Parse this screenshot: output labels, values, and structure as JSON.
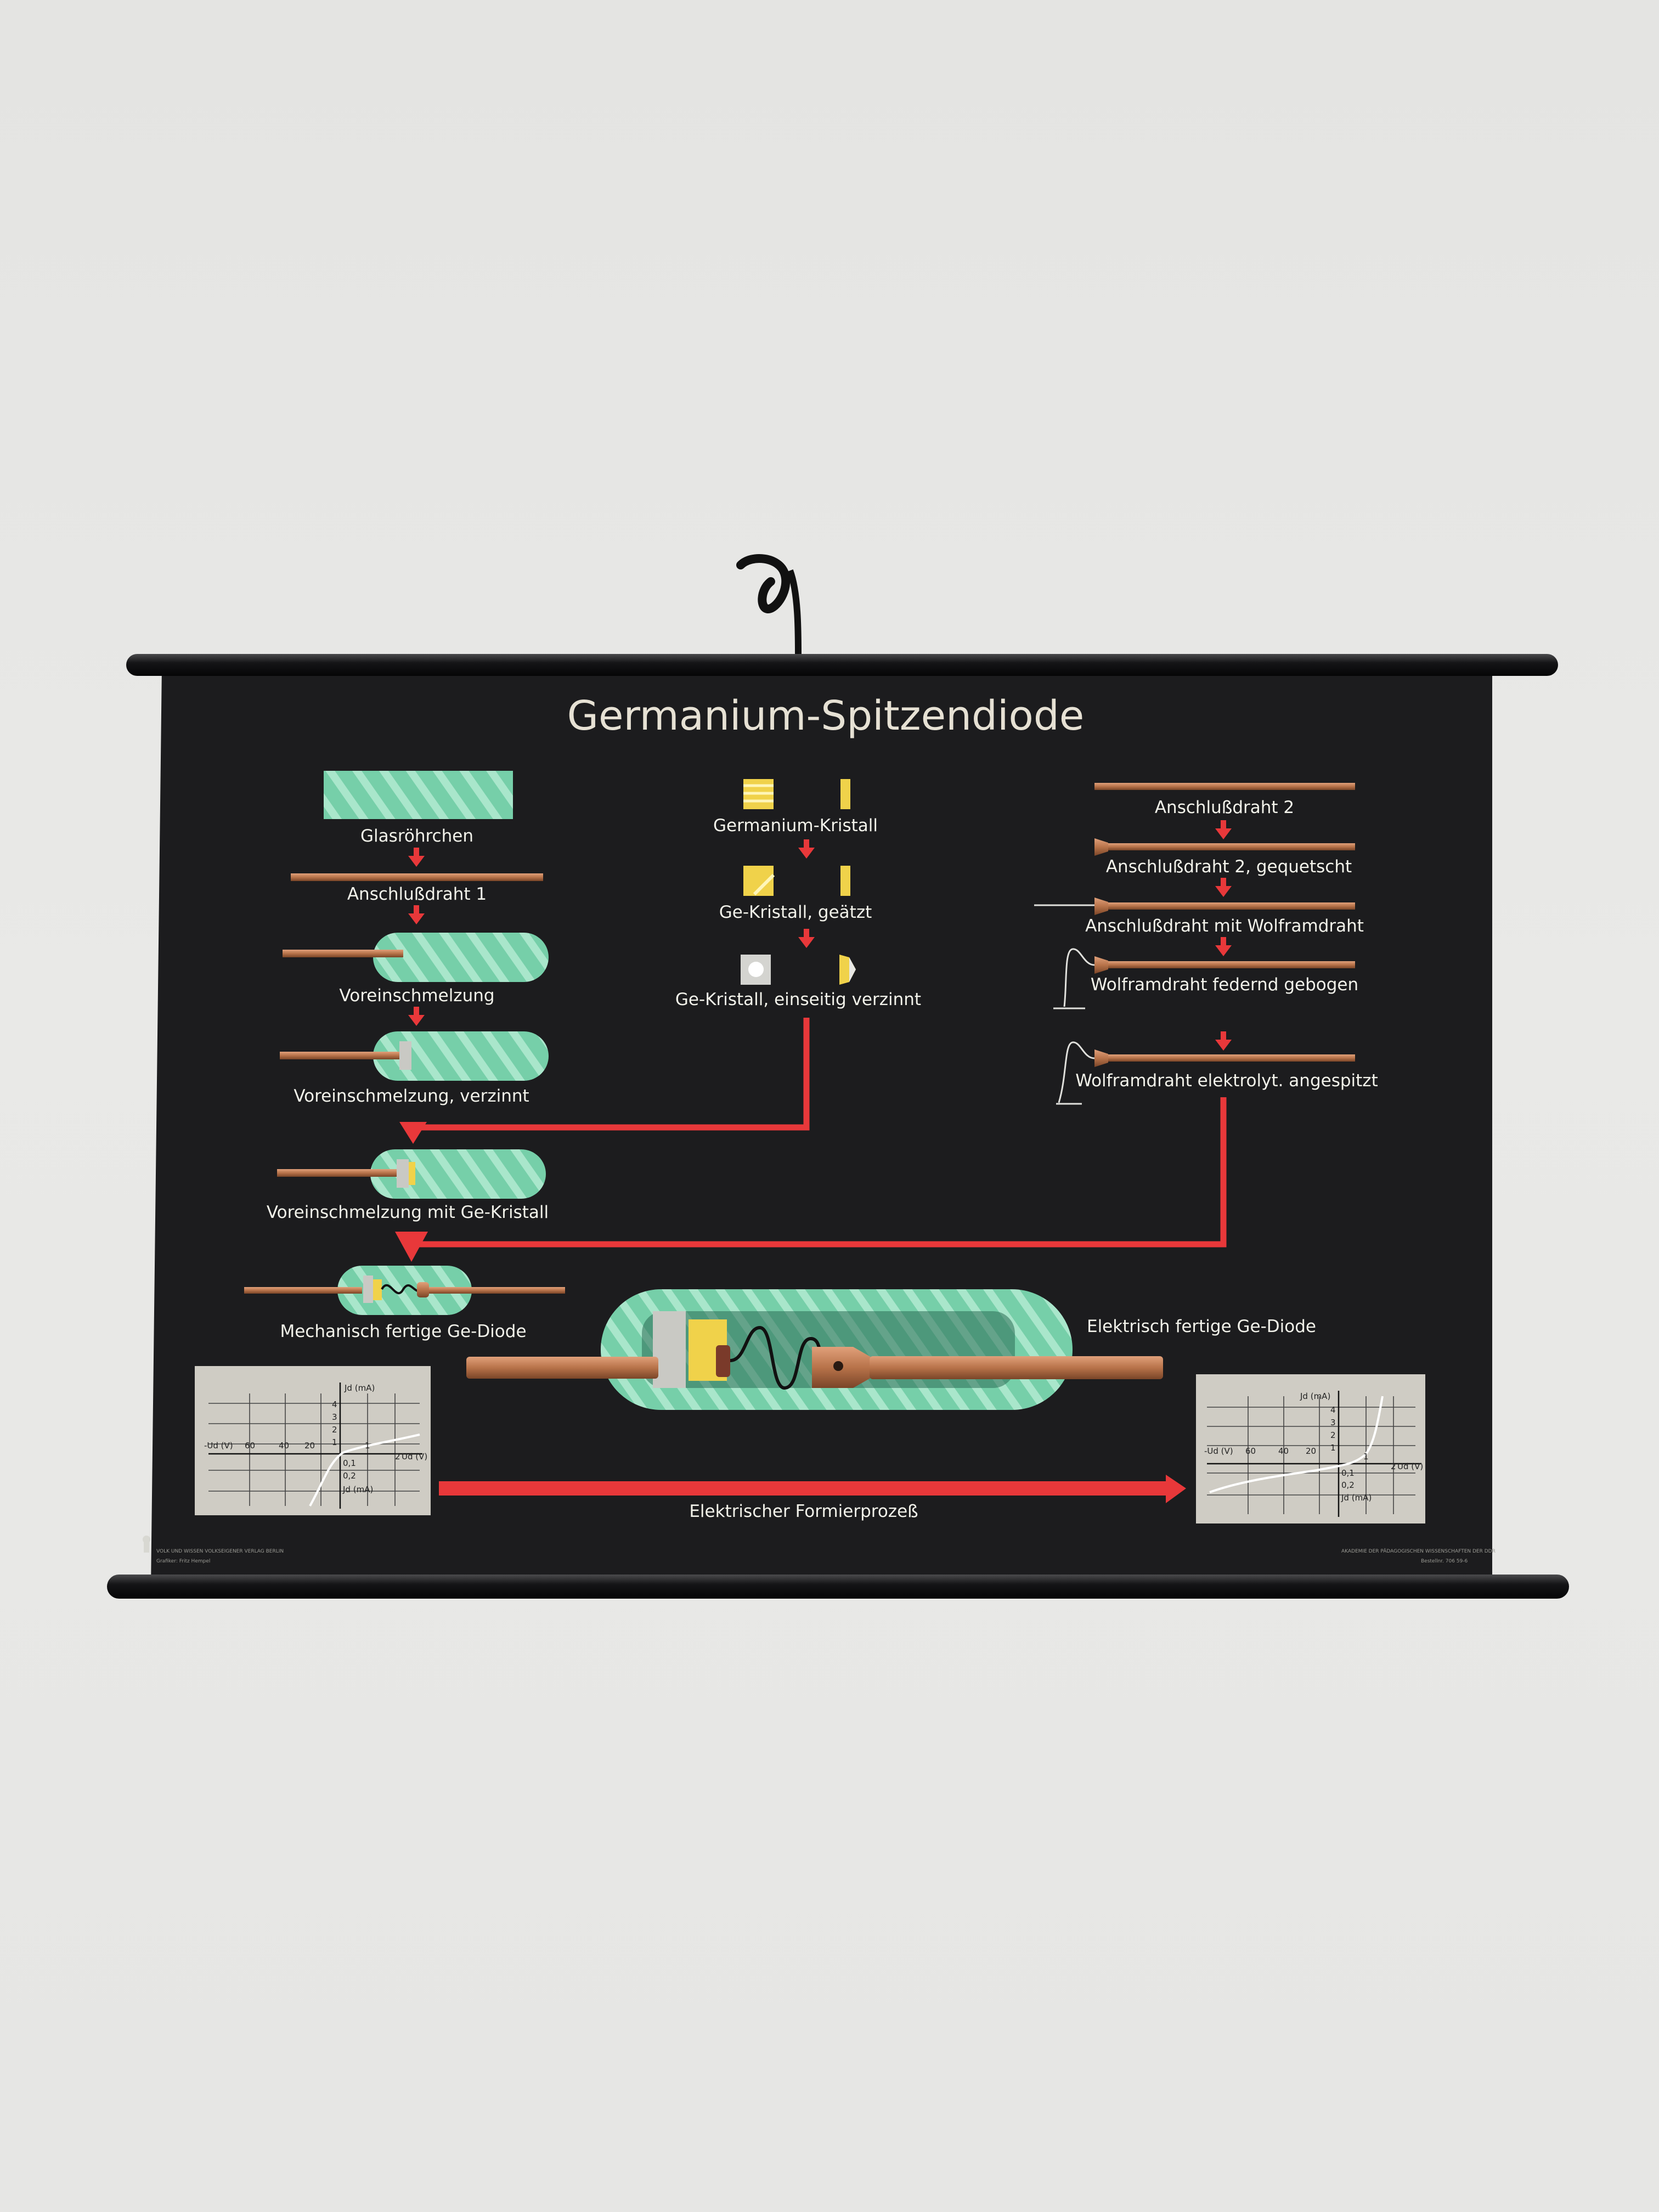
{
  "poster": {
    "title": "Germanium-Spitzendiode",
    "background": "#1c1c1e",
    "arrow_color": "#e8383a",
    "glass_color": "#7fd4b0",
    "copper_color": "#b8734a",
    "crystal_color": "#f0d24a"
  },
  "left_column": {
    "step1": "Glasröhrchen",
    "step2": "Anschlußdraht 1",
    "step3": "Voreinschmelzung",
    "step4": "Voreinschmelzung, verzinnt",
    "step5": "Voreinschmelzung mit Ge-Kristall",
    "step6": "Mechanisch fertige Ge-Diode"
  },
  "middle_column": {
    "step1": "Germanium-Kristall",
    "step2": "Ge-Kristall, geätzt",
    "step3": "Ge-Kristall, einseitig verzinnt"
  },
  "right_column": {
    "step1": "Anschlußdraht 2",
    "step2": "Anschlußdraht 2, gequetscht",
    "step3": "Anschlußdraht mit Wolframdraht",
    "step4": "Wolframdraht federnd gebogen",
    "step5": "Wolframdraht elektrolyt. angespitzt"
  },
  "bottom": {
    "finished_label": "Elektrisch fertige Ge-Diode",
    "process_label": "Elektrischer Formierprozeß"
  },
  "graphs": {
    "y_label": "Jd (mA)",
    "x_pos_label": "Ud (V)",
    "x_neg_label": "-Ud (V)",
    "y_neg_label": "Jd (mA)",
    "y_ticks": [
      "4",
      "3",
      "2",
      "1"
    ],
    "x_neg_ticks": [
      "60",
      "40",
      "20"
    ],
    "x_pos_ticks": [
      "1",
      "2"
    ],
    "y_neg_ticks": [
      "0,1",
      "0,2"
    ]
  },
  "footer": {
    "publisher": "VOLK UND WISSEN VOLKSEIGENER VERLAG BERLIN",
    "author": "Grafiker: Fritz Hempel",
    "institution": "AKADEMIE DER PÄDAGOGISCHEN WISSENSCHAFTEN DER DDR",
    "order_no": "Bestellnr. 706 59-6"
  }
}
